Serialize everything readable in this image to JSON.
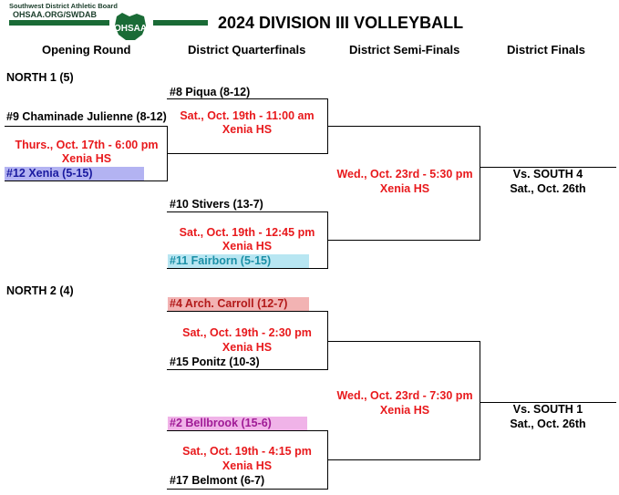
{
  "header": {
    "org_name": "Southwest District Athletic Board",
    "org_url": "OHSAA.ORG/SWDAB",
    "logo_text": "OHSAA",
    "title": "2024 DIVISION III VOLLEYBALL"
  },
  "columns": [
    "Opening Round",
    "District Quarterfinals",
    "District Semi-Finals",
    "District Finals"
  ],
  "colors": {
    "red_text": "#e8191c",
    "blue_hl": "#b3b3f2",
    "cyan_hl": "#b8e6f2",
    "pink_hl": "#f2b3b3",
    "magenta_hl": "#f0b3e8",
    "ohsaa_green": "#1a6b36"
  },
  "north1": {
    "label": "NORTH 1 (5)",
    "opening": {
      "team_top": "#9 Chaminade Julienne (8-12)",
      "game_line1": "Thurs., Oct. 17th - 6:00 pm",
      "game_line2": "Xenia HS",
      "team_bottom": "#12 Xenia (5-15)"
    },
    "qf1": {
      "team_top": "#8 Piqua (8-12)",
      "game_line1": "Sat., Oct. 19th - 11:00 am",
      "game_line2": "Xenia HS"
    },
    "qf2": {
      "team_top": "#10 Stivers (13-7)",
      "game_line1": "Sat., Oct. 19th - 12:45 pm",
      "game_line2": "Xenia HS",
      "team_bottom": "#11 Fairborn (5-15)"
    },
    "sf": {
      "game_line1": "Wed., Oct. 23rd - 5:30 pm",
      "game_line2": "Xenia HS"
    },
    "final": {
      "line1": "Vs. SOUTH 4",
      "line2": "Sat., Oct. 26th"
    }
  },
  "north2": {
    "label": "NORTH 2 (4)",
    "qf1": {
      "team_top": "#4 Arch. Carroll (12-7)",
      "game_line1": "Sat., Oct. 19th - 2:30 pm",
      "game_line2": "Xenia HS",
      "team_bottom": "#15 Ponitz (10-3)"
    },
    "qf2": {
      "team_top": "#2 Bellbrook (15-6)",
      "game_line1": "Sat., Oct. 19th - 4:15 pm",
      "game_line2": "Xenia HS",
      "team_bottom": "#17 Belmont (6-7)"
    },
    "sf": {
      "game_line1": "Wed., Oct. 23rd - 7:30 pm",
      "game_line2": "Xenia HS"
    },
    "final": {
      "line1": "Vs. SOUTH 1",
      "line2": "Sat., Oct. 26th"
    }
  }
}
